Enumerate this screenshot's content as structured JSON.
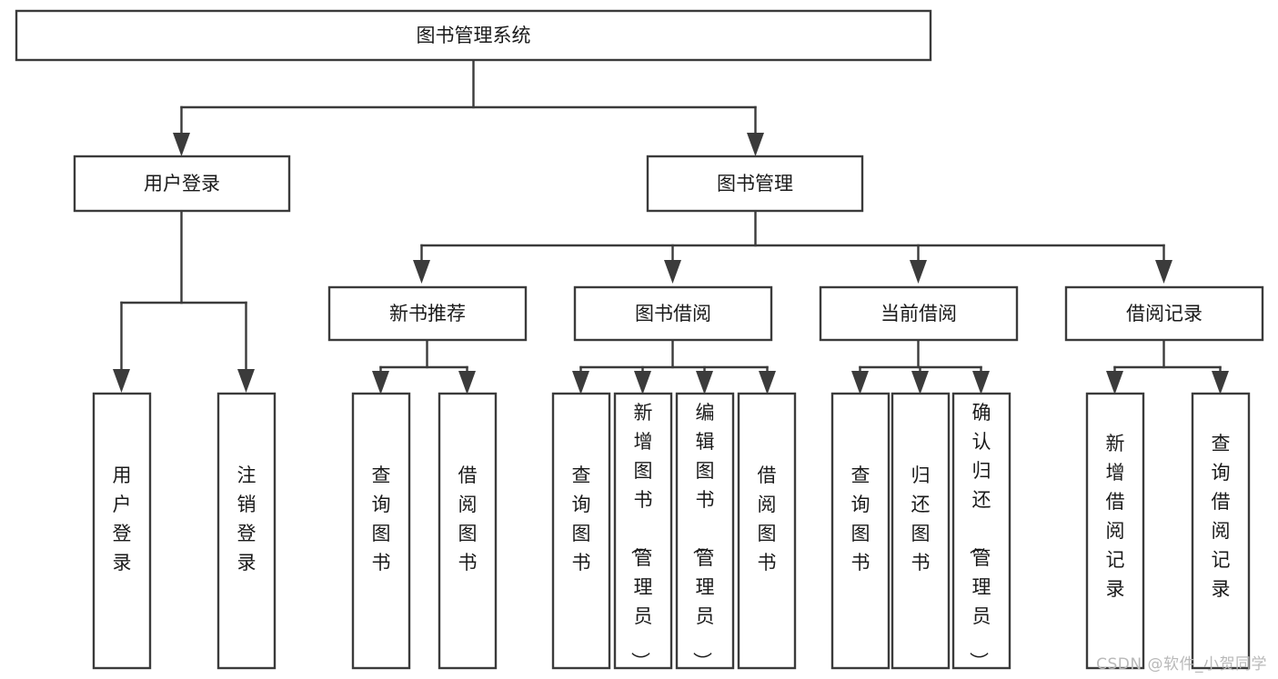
{
  "diagram": {
    "type": "tree-hierarchy-diagram",
    "title": "图书管理系统",
    "watermark": "CSDN @软件_小贺同学",
    "colors": {
      "stroke": "#3b3b3b",
      "box_fill": "#ffffff",
      "text": "#1a1a1a",
      "background": "#ffffff",
      "watermark": "#b9b9b9"
    },
    "levels": [
      {
        "level": 1,
        "nodes": [
          {
            "id": "root",
            "label": "图书管理系统",
            "orientation": "horizontal"
          }
        ]
      },
      {
        "level": 2,
        "nodes": [
          {
            "id": "login",
            "label": "用户登录",
            "orientation": "horizontal",
            "parent": "root"
          },
          {
            "id": "bookmgmt",
            "label": "图书管理",
            "orientation": "horizontal",
            "parent": "root"
          }
        ]
      },
      {
        "level": 3,
        "nodes": [
          {
            "id": "newbook",
            "label": "新书推荐",
            "orientation": "horizontal",
            "parent": "bookmgmt"
          },
          {
            "id": "borrow",
            "label": "图书借阅",
            "orientation": "horizontal",
            "parent": "bookmgmt"
          },
          {
            "id": "current",
            "label": "当前借阅",
            "orientation": "horizontal",
            "parent": "bookmgmt"
          },
          {
            "id": "records",
            "label": "借阅记录",
            "orientation": "horizontal",
            "parent": "bookmgmt"
          }
        ]
      },
      {
        "level": 4,
        "nodes": [
          {
            "id": "leaf-user-login",
            "label": "用户登录",
            "orientation": "vertical",
            "parent": "login"
          },
          {
            "id": "leaf-user-logout",
            "label": "注销登录",
            "orientation": "vertical",
            "parent": "login"
          },
          {
            "id": "leaf-query-book-new",
            "label": "查询图书",
            "orientation": "vertical",
            "parent": "newbook"
          },
          {
            "id": "leaf-borrow-book-new",
            "label": "借阅图书",
            "orientation": "vertical",
            "parent": "newbook"
          },
          {
            "id": "leaf-query-book-borrow",
            "label": "查询图书",
            "orientation": "vertical",
            "parent": "borrow"
          },
          {
            "id": "leaf-add-book",
            "label": "新增图书（管理员）",
            "orientation": "vertical",
            "parent": "borrow"
          },
          {
            "id": "leaf-edit-book",
            "label": "编辑图书（管理员）",
            "orientation": "vertical",
            "parent": "borrow"
          },
          {
            "id": "leaf-borrow-book",
            "label": "借阅图书",
            "orientation": "vertical",
            "parent": "borrow"
          },
          {
            "id": "leaf-query-book-current",
            "label": "查询图书",
            "orientation": "vertical",
            "parent": "current"
          },
          {
            "id": "leaf-return-book",
            "label": "归还图书",
            "orientation": "vertical",
            "parent": "current"
          },
          {
            "id": "leaf-confirm-return",
            "label": "确认归还（管理员）",
            "orientation": "vertical",
            "parent": "current"
          },
          {
            "id": "leaf-add-record",
            "label": "新增借阅记录",
            "orientation": "vertical",
            "parent": "records"
          },
          {
            "id": "leaf-query-record",
            "label": "查询借阅记录",
            "orientation": "vertical",
            "parent": "records"
          }
        ]
      }
    ]
  }
}
